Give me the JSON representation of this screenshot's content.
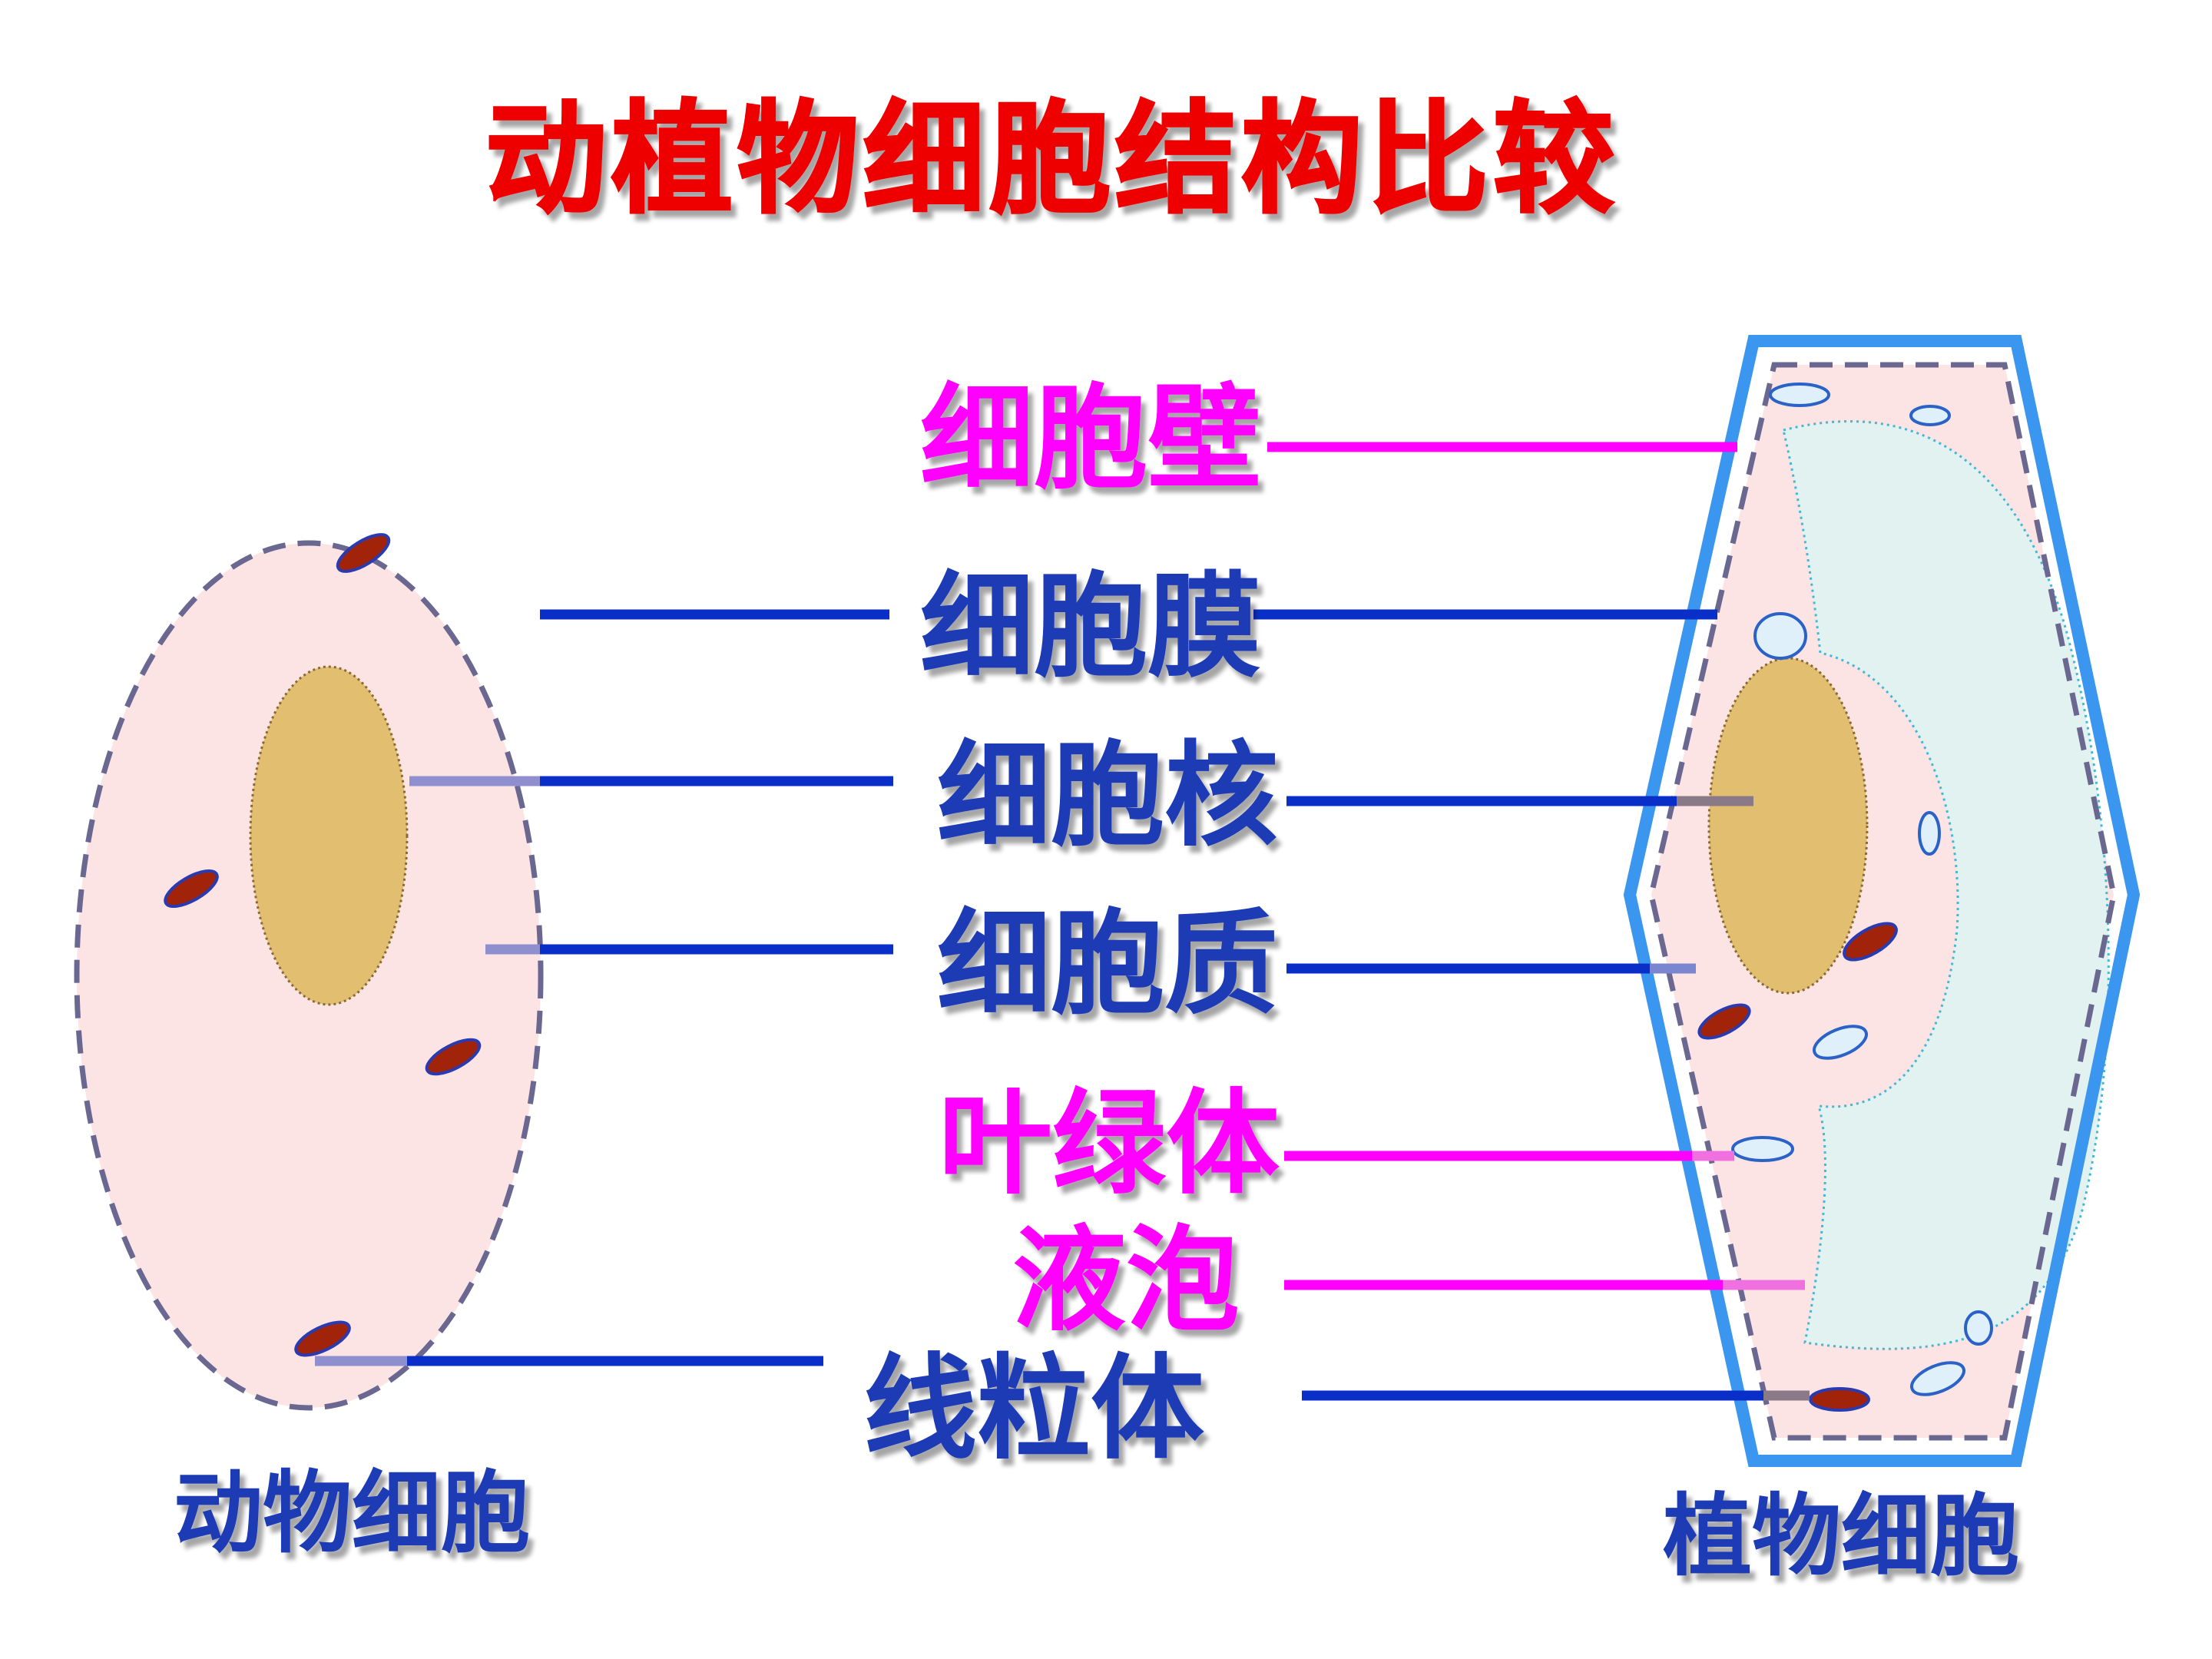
{
  "title": "动植物细胞结构比较",
  "colors": {
    "title": "#ee0000",
    "blue_text": "#1a3ab4",
    "magenta_text": "#ff00ff",
    "blue_line": "#0a2fc8",
    "magenta_line": "#ff00ff",
    "cytoplasm": "#fde4e4",
    "nucleus": "#e2be70",
    "mitochondria": "#a0230a",
    "vacuole": "#e2f2f0",
    "chloroplast": "#dff0fa",
    "cell_wall": "#3a96ee",
    "membrane_dash": "#6a6890"
  },
  "labels": {
    "cell_wall": "细胞壁",
    "cell_membrane": "细胞膜",
    "nucleus": "细胞核",
    "cytoplasm": "细胞质",
    "chloroplast": "叶绿体",
    "vacuole": "液泡",
    "mitochondria": "线粒体"
  },
  "captions": {
    "animal_cell": "动物细胞",
    "plant_cell": "植物细胞"
  }
}
